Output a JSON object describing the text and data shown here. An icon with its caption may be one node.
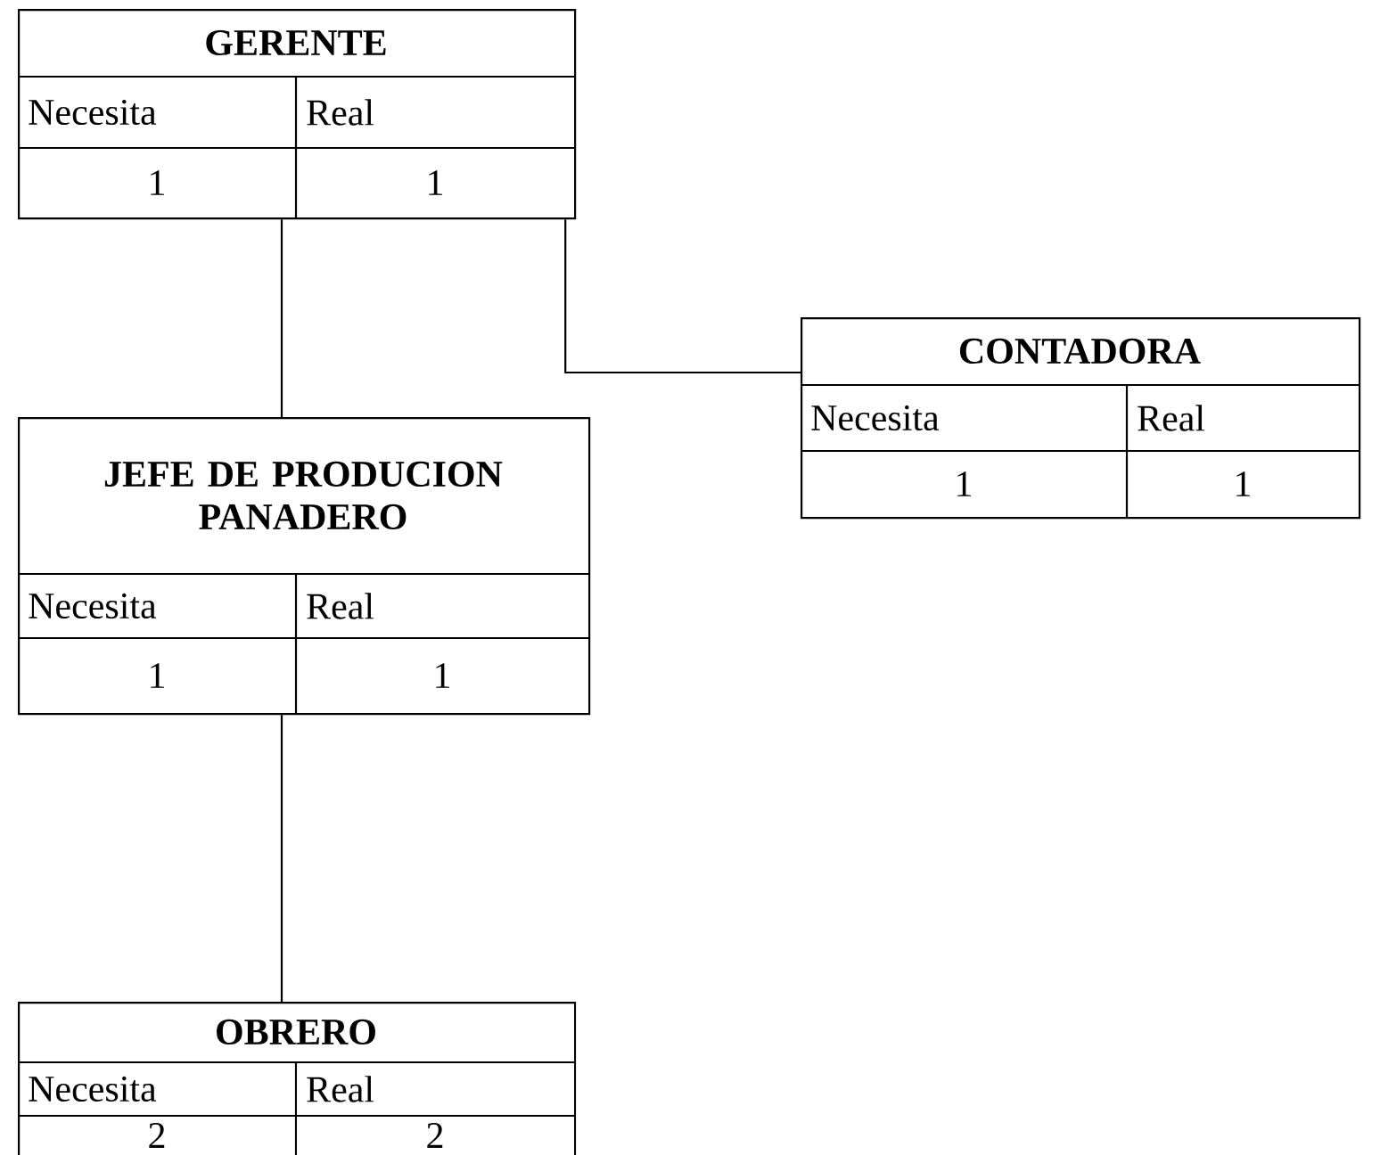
{
  "diagram": {
    "nodes": [
      {
        "text": [
          "GERENTE",
          "Necesita",
          "Real",
          "1",
          "1"
        ]
      },
      {
        "text": [
          "JEFE DE PRODUCION PANADERO",
          "Necesita",
          "Real",
          "1",
          "1"
        ]
      },
      {
        "text": [
          "CONTADORA",
          "Necesita",
          "Real",
          "1",
          "1"
        ]
      },
      {
        "text": [
          "OBRERO",
          "Necesita",
          "Real",
          "2",
          "2"
        ]
      }
    ],
    "edges": [
      {
        "from": 0,
        "to": 1,
        "arrow": "none"
      },
      {
        "from": 0,
        "to": 2,
        "arrow": "none"
      },
      {
        "from": 1,
        "to": 3,
        "arrow": "none"
      }
    ]
  }
}
